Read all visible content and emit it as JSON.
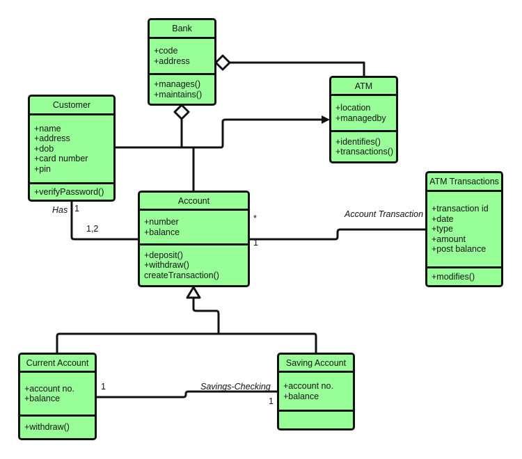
{
  "colors": {
    "class_fill": "#99ff99",
    "stroke": "#111111"
  },
  "classes": {
    "bank": {
      "name": "Bank",
      "attributes": [
        "+code",
        "+address"
      ],
      "methods": [
        "+manages()",
        "+maintains()"
      ]
    },
    "customer": {
      "name": "Customer",
      "attributes": [
        "+name",
        "+address",
        "+dob",
        "+card number",
        "+pin"
      ],
      "methods": [
        "+verifyPassword()"
      ]
    },
    "atm": {
      "name": "ATM",
      "attributes": [
        "+location",
        "+managedby"
      ],
      "methods": [
        "+identifies()",
        "+transactions()"
      ]
    },
    "account": {
      "name": "Account",
      "attributes": [
        "+number",
        "+balance"
      ],
      "methods": [
        "+deposit()",
        "+withdraw()",
        "createTransaction()"
      ]
    },
    "atm_transactions": {
      "name": "ATM Transactions",
      "attributes": [
        "+transaction id",
        "+date",
        "+type",
        "+amount",
        "+post balance"
      ],
      "methods": [
        "+modifies()"
      ]
    },
    "current_account": {
      "name": "Current Account",
      "attributes": [
        "+account no.",
        "+balance"
      ],
      "methods": [
        "+withdraw()"
      ]
    },
    "saving_account": {
      "name": "Saving Account",
      "attributes": [
        "+account no.",
        "+balance"
      ],
      "methods": []
    }
  },
  "relations": {
    "has": {
      "label": "Has",
      "mult_customer": "1",
      "mult_account": "1,2"
    },
    "account_transaction": {
      "label": "Account Transaction",
      "mult_account_star": "*",
      "mult_account_one": "1"
    },
    "savings_checking": {
      "label": "Savings-Checking",
      "mult_current": "1",
      "mult_saving": "1"
    }
  }
}
